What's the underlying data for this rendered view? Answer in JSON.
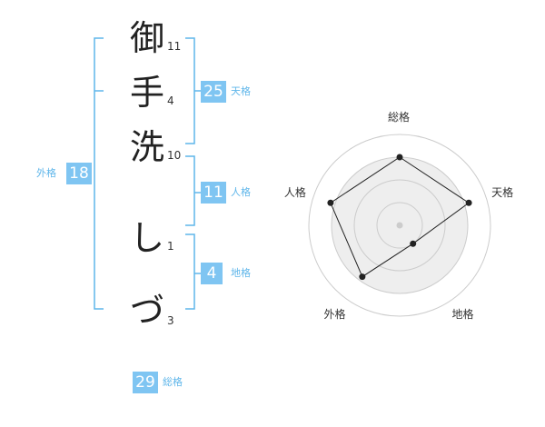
{
  "name_chars": [
    {
      "char": "御",
      "strokes": "11"
    },
    {
      "char": "手",
      "strokes": "4"
    },
    {
      "char": "洗",
      "strokes": "10"
    },
    {
      "char": "し",
      "strokes": "1"
    },
    {
      "char": "づ",
      "strokes": "3"
    }
  ],
  "fortune": {
    "tenkaku": {
      "value": "25",
      "label": "天格"
    },
    "jinkaku": {
      "value": "11",
      "label": "人格"
    },
    "chikaku": {
      "value": "4",
      "label": "地格"
    },
    "gaikaku": {
      "value": "18",
      "label": "外格"
    },
    "soukaku": {
      "value": "29",
      "label": "総格"
    }
  },
  "colors": {
    "accent": "#7fc5f2",
    "accent_text": "#5fb6ea",
    "ring": "#cccccc",
    "fill": "#eeeeee",
    "outline": "#222222"
  },
  "chart_data": {
    "type": "radar",
    "axes": [
      "総格",
      "天格",
      "地格",
      "外格",
      "人格"
    ],
    "values": [
      0.75,
      0.8,
      0.25,
      0.7,
      0.8
    ],
    "rings": 4,
    "max": 1.0
  }
}
